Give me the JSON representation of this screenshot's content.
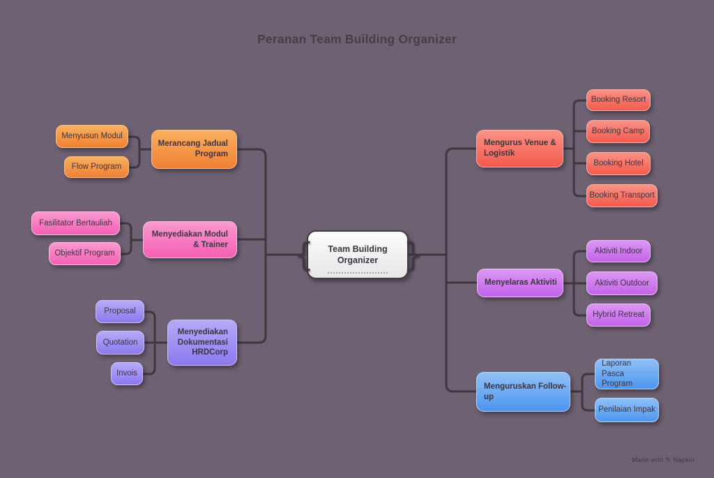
{
  "title": "Peranan Team Building Organizer",
  "watermark": "Made with ✎ Napkin",
  "mindmap": {
    "center_label": "Team Building Organizer",
    "left": [
      {
        "label": "Merancang Jadual Program",
        "color": "orange",
        "children": [
          "Menyusun Modul",
          "Flow Program"
        ]
      },
      {
        "label": "Menyediakan Modul & Trainer",
        "color": "pink",
        "children": [
          "Fasilitator Bertauliah",
          "Objektif Program"
        ]
      },
      {
        "label": "Menyediakan Dokumentasi HRDCorp",
        "color": "purple",
        "children": [
          "Proposal",
          "Quotation",
          "Invois"
        ]
      }
    ],
    "right": [
      {
        "label": "Mengurus Venue & Logistik",
        "color": "salmon",
        "children": [
          "Booking Resort",
          "Booking Camp",
          "Booking Hotel",
          "Booking Transport"
        ]
      },
      {
        "label": "Menyelaras Aktiviti",
        "color": "magenta",
        "children": [
          "Aktiviti Indoor",
          "Aktiviti Outdoor",
          "Hybrid Retreat"
        ]
      },
      {
        "label": "Menguruskan Follow-up",
        "color": "blue",
        "children": [
          "Laporan Pasca Program",
          "Penilaian Impak"
        ]
      }
    ]
  },
  "palette": {
    "background": "#6E6272",
    "connector": "#3D3840",
    "title_text": "#453E44",
    "node_text": "#3B3541",
    "orange": {
      "top": "#F9B061",
      "bottom": "#F08034"
    },
    "pink": {
      "top": "#FA9AD2",
      "bottom": "#F45FB2"
    },
    "purple": {
      "top": "#B7AAF8",
      "bottom": "#8C78EE"
    },
    "salmon": {
      "top": "#FA9287",
      "bottom": "#F4594C"
    },
    "magenta": {
      "top": "#DD97F3",
      "bottom": "#C263E9"
    },
    "blue": {
      "top": "#90C1F7",
      "bottom": "#4D95F0"
    },
    "center_top": "#FCFCFC",
    "center_bottom": "#E7E6E8"
  }
}
